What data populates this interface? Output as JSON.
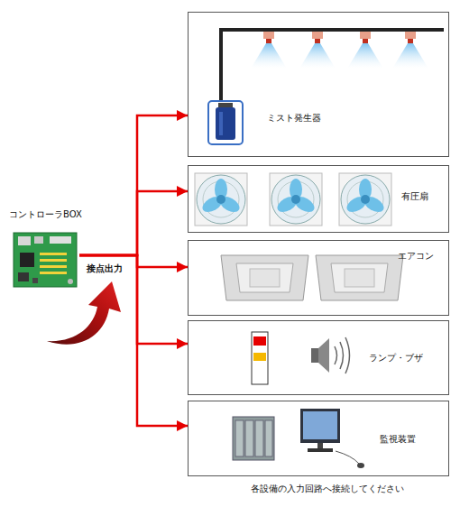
{
  "diagram": {
    "caption": "各設備の入力回路へ接続してください",
    "nodes": [
      {
        "text": [
          "コントローラBOX"
        ]
      },
      {
        "text": [
          "ミスト発生器"
        ]
      },
      {
        "text": [
          "有圧扇"
        ]
      },
      {
        "text": [
          "エアコン"
        ]
      },
      {
        "text": [
          "ランプ・ブザ"
        ]
      },
      {
        "text": [
          "監視装置"
        ]
      }
    ],
    "edges": [
      {
        "from": 0,
        "to": 1,
        "arrow": "to"
      },
      {
        "from": 0,
        "to": 2,
        "arrow": "to"
      },
      {
        "from": 0,
        "to": 3,
        "arrow": "to"
      },
      {
        "from": 0,
        "to": 4,
        "arrow": "to"
      },
      {
        "from": 0,
        "to": 5,
        "arrow": "to"
      }
    ],
    "labels": [
      "接点出力"
    ]
  }
}
